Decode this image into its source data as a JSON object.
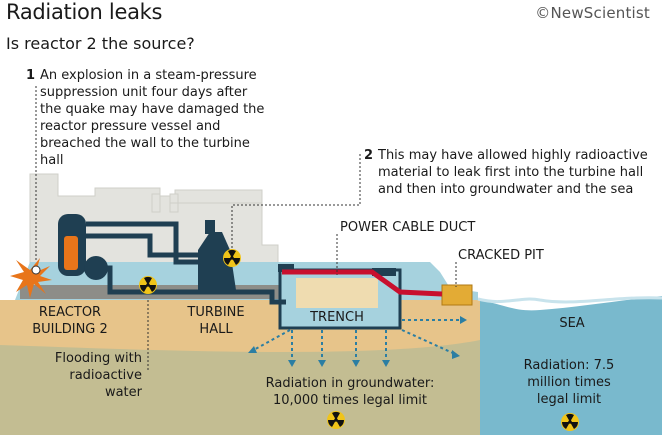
{
  "header": {
    "title": "Radiation leaks",
    "subtitle": "Is reactor 2 the source?",
    "brand": "©NewScientist"
  },
  "notes": [
    {
      "number": "1",
      "text": "An explosion in a steam-pressure suppression unit four days after the quake may have damaged the reactor pressure vessel and breached the wall to the turbine hall"
    },
    {
      "number": "2",
      "text": "This may have allowed highly radioactive material to leak first into the turbine hall and then into groundwater and the sea"
    }
  ],
  "labels": {
    "reactor_building": "REACTOR BUILDING 2",
    "turbine_hall": "TURBINE HALL",
    "trench": "TRENCH",
    "power_cable_duct": "POWER CABLE DUCT",
    "cracked_pit": "CRACKED PIT",
    "sea": "SEA",
    "flooding": "Flooding with radioactive water",
    "groundwater": "Radiation in groundwater: 10,000 times legal limit",
    "sea_radiation": "Radiation: 7.5 million times legal limit"
  },
  "colors": {
    "ground": "#e7c48a",
    "ground_deep": "#bdbb8d",
    "sea": "#79b9cd",
    "water": "#a6d2de",
    "building": "#e2e2dc",
    "machinery": "#1f3f52",
    "pipe_red": "#c8102e",
    "hazard": "#f0c419"
  }
}
